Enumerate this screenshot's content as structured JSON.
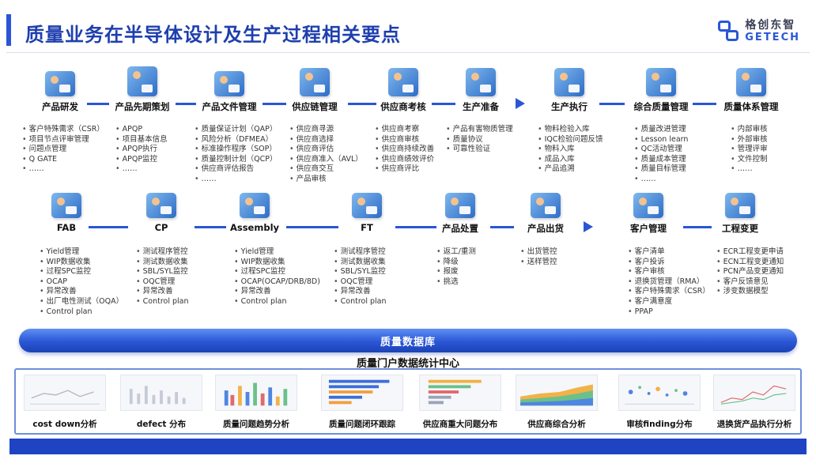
{
  "page_title": "质量业务在半导体设计及生产过程相关要点",
  "brand": {
    "cn": "格创东智",
    "en": "GETECH"
  },
  "row1": [
    {
      "label": "产品研发",
      "items": [
        "客户特殊需求（CSR）",
        "项目节点评审管理",
        "问题点管理",
        "Q GATE",
        "……"
      ]
    },
    {
      "label": "产品先期策划",
      "items": [
        "APQP",
        "项目基本信息",
        "APQP执行",
        "APQP监控",
        "……"
      ]
    },
    {
      "label": "产品文件管理",
      "items": [
        "质量保证计划（QAP）",
        "风险分析（DFMEA）",
        "标准操作程序（SOP）",
        "质量控制计划（QCP）",
        "供应商评估报告",
        "……"
      ]
    },
    {
      "label": "供应链管理",
      "items": [
        "供应商寻源",
        "供应商选择",
        "供应商评估",
        "供应商准入（AVL）",
        "供应商交互",
        "产品审核"
      ]
    },
    {
      "label": "供应商考核",
      "items": [
        "供应商考察",
        "供应商审核",
        "供应商持续改善",
        "供应商绩效评价",
        "供应商评比"
      ]
    },
    {
      "label": "生产准备",
      "items": [
        "产品有害物质管理",
        "质量协议",
        "可靠性验证"
      ]
    },
    {
      "label": "生产执行",
      "items": [
        "物料检验入库",
        "IQC检验问题反馈",
        "物料入库",
        "成品入库",
        "产品追溯"
      ]
    },
    {
      "label": "综合质量管理",
      "items": [
        "质量改进管理",
        "Lesson learn",
        "QC活动管理",
        "质量成本管理",
        "质量目标管理",
        "……"
      ]
    },
    {
      "label": "质量体系管理",
      "items": [
        "内部审核",
        "外部审核",
        "管理评审",
        "文件控制",
        "……"
      ]
    }
  ],
  "row2": [
    {
      "label": "FAB",
      "items": [
        "Yield管理",
        "WIP数据收集",
        "过程SPC监控",
        "OCAP",
        "异常改善",
        "出厂电性测试（OQA）",
        "Control plan"
      ]
    },
    {
      "label": "CP",
      "items": [
        "测试程序管控",
        "测试数据收集",
        "SBL/SYL监控",
        "OQC管理",
        "异常改善",
        "Control plan"
      ]
    },
    {
      "label": "Assembly",
      "items": [
        "Yield管理",
        "WIP数据收集",
        "过程SPC监控",
        "OCAP(OCAP/DRB/8D)",
        "异常改善",
        "Control plan"
      ]
    },
    {
      "label": "FT",
      "items": [
        "测试程序管控",
        "测试数据收集",
        "SBL/SYL监控",
        "OQC管理",
        "异常改善",
        "Control plan"
      ]
    },
    {
      "label": "产品处置",
      "items": [
        "返工/重测",
        "降级",
        "报废",
        "挑选"
      ]
    },
    {
      "label": "产品出货",
      "items": [
        "出货管控",
        "送样管控"
      ]
    },
    {
      "label": "客户管理",
      "items": [
        "客户清单",
        "客户投诉",
        "客户审核",
        "退换货管理（RMA）",
        "客户特殊需求（CSR）",
        "客户满意度",
        "PPAP"
      ]
    },
    {
      "label": "工程变更",
      "items": [
        "ECR工程变更申请",
        "ECN工程变更通知",
        "PCN产品变更通知",
        "客户反馈意见",
        "涉变数据模型"
      ]
    }
  ],
  "database": {
    "label": "质量数据库"
  },
  "portal": {
    "title": "质量门户数据统计中心",
    "panels": [
      {
        "label": "cost down分析"
      },
      {
        "label": "defect 分布"
      },
      {
        "label": "质量问题趋势分析"
      },
      {
        "label": "质量问题闭环跟踪"
      },
      {
        "label": "供应商重大问题分布"
      },
      {
        "label": "供应商综合分析"
      },
      {
        "label": "审核finding分布"
      },
      {
        "label": "退换货产品执行分析"
      }
    ]
  },
  "colors": {
    "primary": "#2a56d6",
    "title": "#1e3fae",
    "band": "#1e44c4"
  }
}
